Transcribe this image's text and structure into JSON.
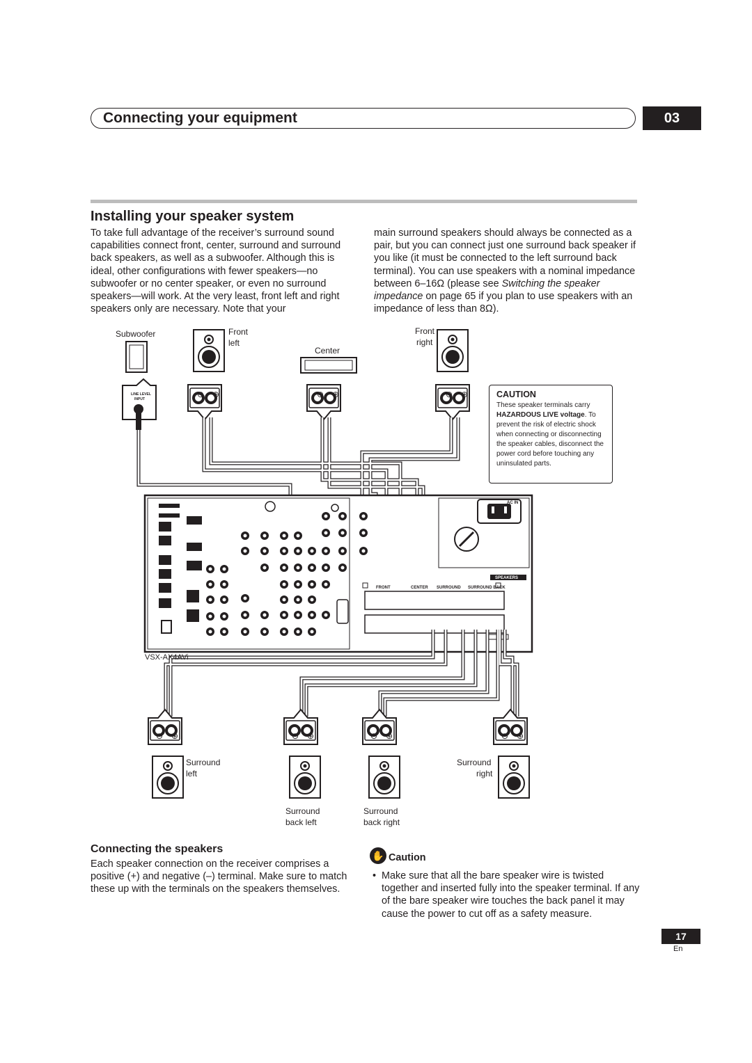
{
  "chapter": {
    "title": "Connecting your equipment",
    "number": "03"
  },
  "section": {
    "title": "Installing your speaker system",
    "col1": "To take full advantage of the receiver’s surround sound capabilities connect front, center, surround and surround back speakers, as well as a subwoofer. Although this is ideal, other configurations with fewer speakers—no subwoofer or no center speaker, or even no surround speakers—will work. At the very least, front left and right speakers only are necessary. Note that your",
    "col2_a": "main surround speakers should always be connected as a pair, but you can connect just one surround back speaker if you like (it must be connected to the left surround back terminal). You can use speakers with a nominal impedance between 6–16Ω (please see ",
    "col2_link": "Switching the speaker impedance",
    "col2_b": " on page 65 if you plan to use speakers with an impedance of less than 8Ω)."
  },
  "diagram": {
    "subwoofer": "Subwoofer",
    "front_left": [
      "Front",
      "left"
    ],
    "center": "Center",
    "front_right": [
      "Front",
      "right"
    ],
    "line_level_input": [
      "LINE LEVEL",
      "INPUT"
    ],
    "caution_title": "CAUTION",
    "caution_text_1": "These speaker terminals carry",
    "caution_bold": "HAZARDOUS LIVE voltage",
    "caution_text_2": "To prevent the risk of electric shock when connecting or disconnecting the speaker cables, disconnect the power cord before touching any uninsulated parts.",
    "model": "VSX-AX4AVi",
    "ac_in": "AC IN",
    "speakers_label": "SPEAKERS",
    "terminal_labels": [
      "FRONT",
      "CENTER",
      "SURROUND",
      "SURROUND BACK"
    ],
    "surround_left": [
      "Surround",
      "left"
    ],
    "surround_back_left": [
      "Surround",
      "back left"
    ],
    "surround_back_right": [
      "Surround",
      "back right"
    ],
    "surround_right": [
      "Surround",
      "right"
    ],
    "minus": "⊖",
    "plus": "⊕"
  },
  "connecting": {
    "title": "Connecting the speakers",
    "body": "Each speaker connection on the receiver comprises a positive (+) and negative (–) terminal. Make sure to match these up with the terminals on the speakers themselves."
  },
  "caution": {
    "title": "Caution",
    "bullet": "Make sure that all the bare speaker wire is twisted together and inserted fully into the speaker terminal. If any of the bare speaker wire touches the back panel it may cause the power to cut off as a safety measure."
  },
  "page": {
    "number": "17",
    "lang": "En"
  }
}
